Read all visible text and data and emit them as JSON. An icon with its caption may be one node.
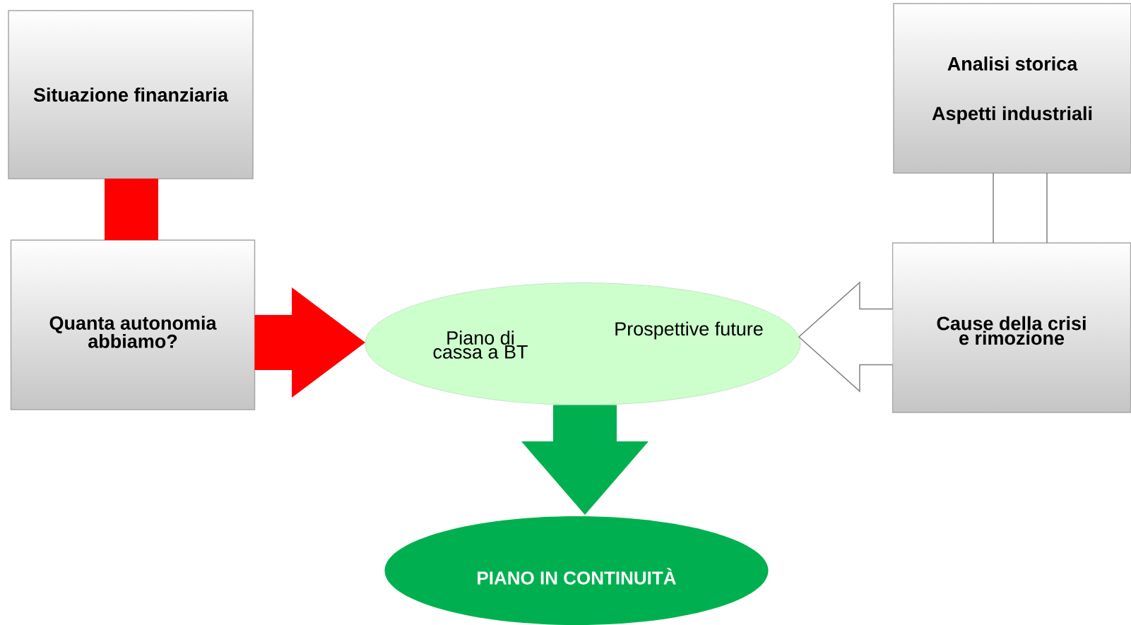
{
  "diagram": {
    "nodes": [
      {
        "text": [
          "Situazione finanziaria"
        ]
      },
      {
        "text": [
          "Quanta autonomia abbiamo?"
        ]
      },
      {
        "text": [
          "Piano di cassa a BT",
          "Prospettive future"
        ]
      },
      {
        "text": [
          "Analisi storica",
          "Aspetti industriali"
        ]
      },
      {
        "text": [
          "Cause della crisi e rimozione"
        ]
      },
      {
        "text": [
          "PIANO IN CONTINUITÀ"
        ]
      }
    ],
    "edges": [
      {
        "from": 0,
        "to": 1,
        "arrow": "none",
        "color": "#ff0000"
      },
      {
        "from": 1,
        "to": 2,
        "arrow": "to",
        "color": "#ff0000"
      },
      {
        "from": 3,
        "to": 4,
        "arrow": "none",
        "color": "#7f7f7f"
      },
      {
        "from": 4,
        "to": 2,
        "arrow": "to",
        "color": "#ffffff"
      },
      {
        "from": 2,
        "to": 5,
        "arrow": "to",
        "color": "#00b050"
      }
    ]
  }
}
